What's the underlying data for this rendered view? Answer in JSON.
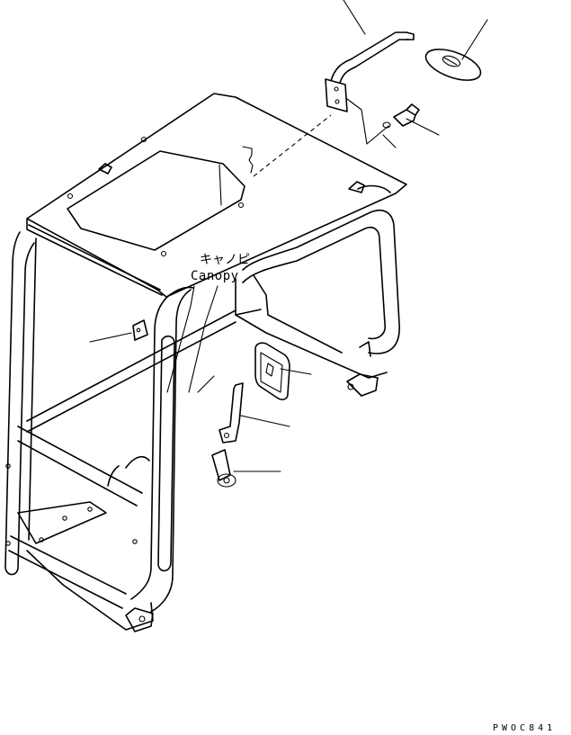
{
  "labels": {
    "canopy_jp": "キャノピ",
    "canopy_en": "Canopy"
  },
  "figure_code": "PWOC841",
  "colors": {
    "line": "#000000",
    "background": "#ffffff"
  }
}
